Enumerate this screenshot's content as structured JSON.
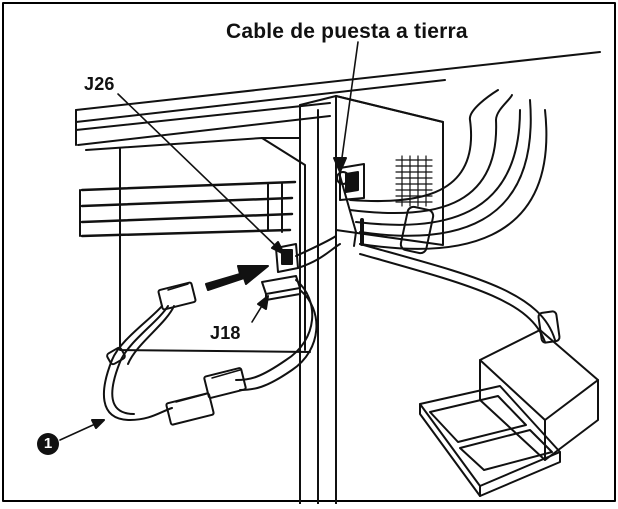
{
  "labels": {
    "ground_cable": "Cable de puesta a tierra",
    "connector_j26": "J26",
    "connector_j18": "J18",
    "part_number": "1"
  },
  "colors": {
    "ink": "#111111",
    "background": "#ffffff",
    "frame": "#000000"
  }
}
